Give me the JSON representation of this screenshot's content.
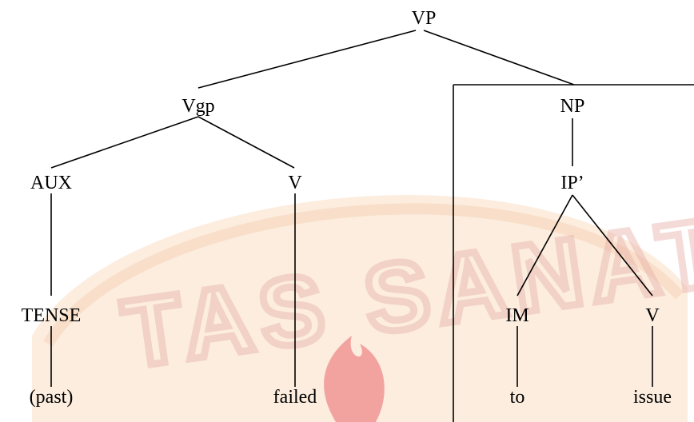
{
  "watermark": {
    "text": "TAS SANATA",
    "colors": {
      "band": "#f8d8b8",
      "text_outline": "#e8b0a8",
      "flame": "#f08a8a"
    }
  },
  "tree": {
    "nodes": {
      "vp": "VP",
      "vgp": "Vgp",
      "np": "NP",
      "aux": "AUX",
      "v1": "V",
      "ip": "IP’",
      "tense": "TENSE",
      "im": "IM",
      "v2": "V",
      "past": "(past)",
      "failed": "failed",
      "to": "to",
      "issue": "issue"
    }
  }
}
